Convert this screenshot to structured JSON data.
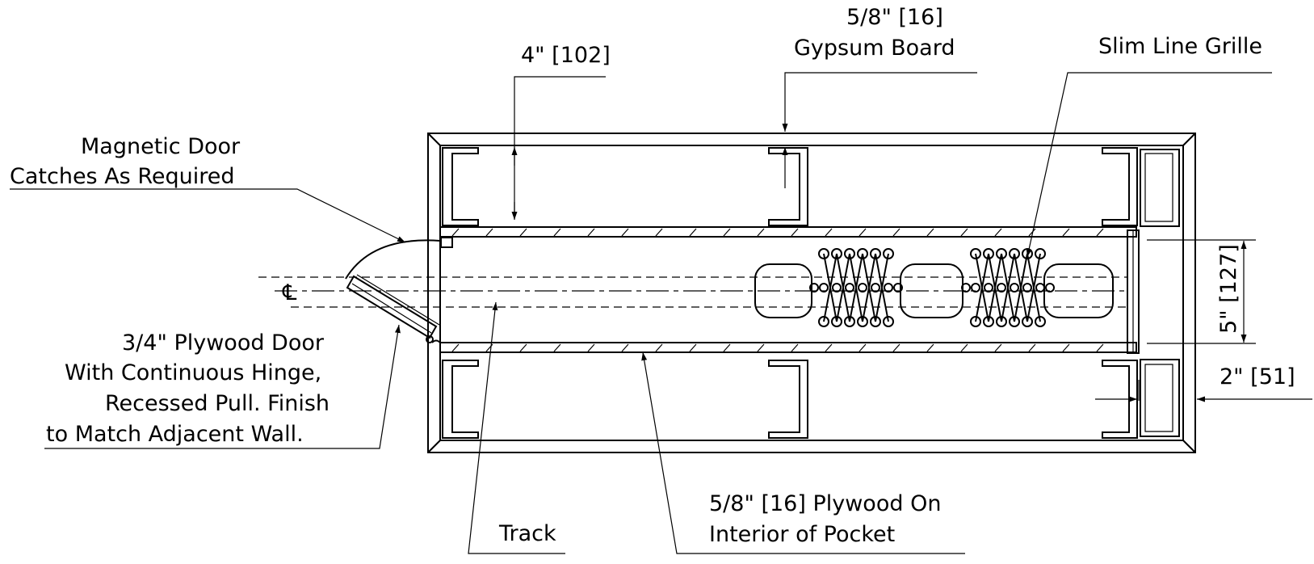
{
  "labels": {
    "dim_4in": "4\" [102]",
    "gypsum_line1": "5/8\" [16]",
    "gypsum_line2": "Gypsum Board",
    "grille": "Slim Line Grille",
    "magnetic_line1": "Magnetic Door",
    "magnetic_line2": "Catches As Required",
    "centerline": "℄",
    "door_line1": "3/4\" Plywood Door",
    "door_line2": "With Continuous Hinge,",
    "door_line3": "Recessed Pull. Finish",
    "door_line4": "to Match Adjacent Wall.",
    "dim_5in": "5\" [127]",
    "dim_2in": "2\" [51]",
    "track": "Track",
    "plywood_line1": "5/8\" [16] Plywood On",
    "plywood_line2": "Interior of Pocket"
  }
}
